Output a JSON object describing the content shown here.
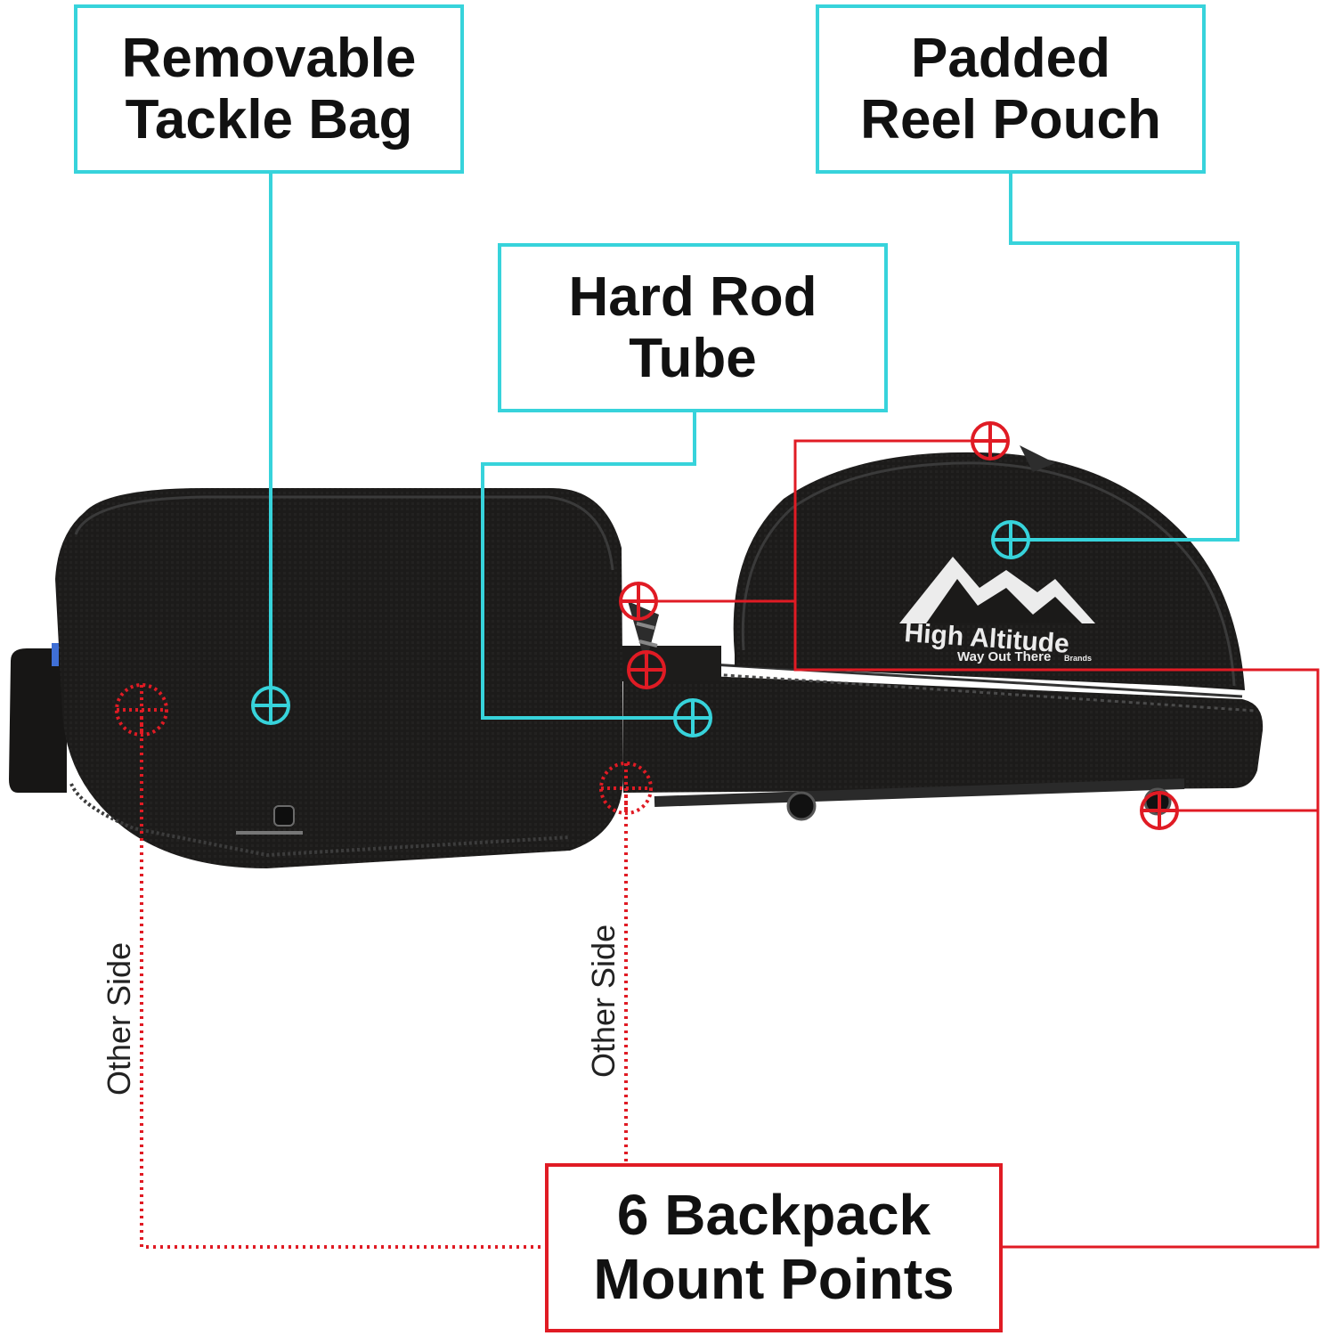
{
  "callouts": {
    "tackle_bag": [
      "Removable",
      "Tackle Bag"
    ],
    "reel_pouch": [
      "Padded",
      "Reel Pouch"
    ],
    "rod_tube": [
      "Hard Rod",
      "Tube"
    ],
    "mount_points": [
      "6 Backpack",
      "Mount Points"
    ]
  },
  "side_labels": [
    "Other Side",
    "Other Side"
  ],
  "logo": {
    "brand": "High Altitude",
    "tagline": "Way Out There",
    "sub": "Brands"
  },
  "colors": {
    "cyan": "#37d3db",
    "red": "#e01b24",
    "bag": "#1b1a19"
  }
}
